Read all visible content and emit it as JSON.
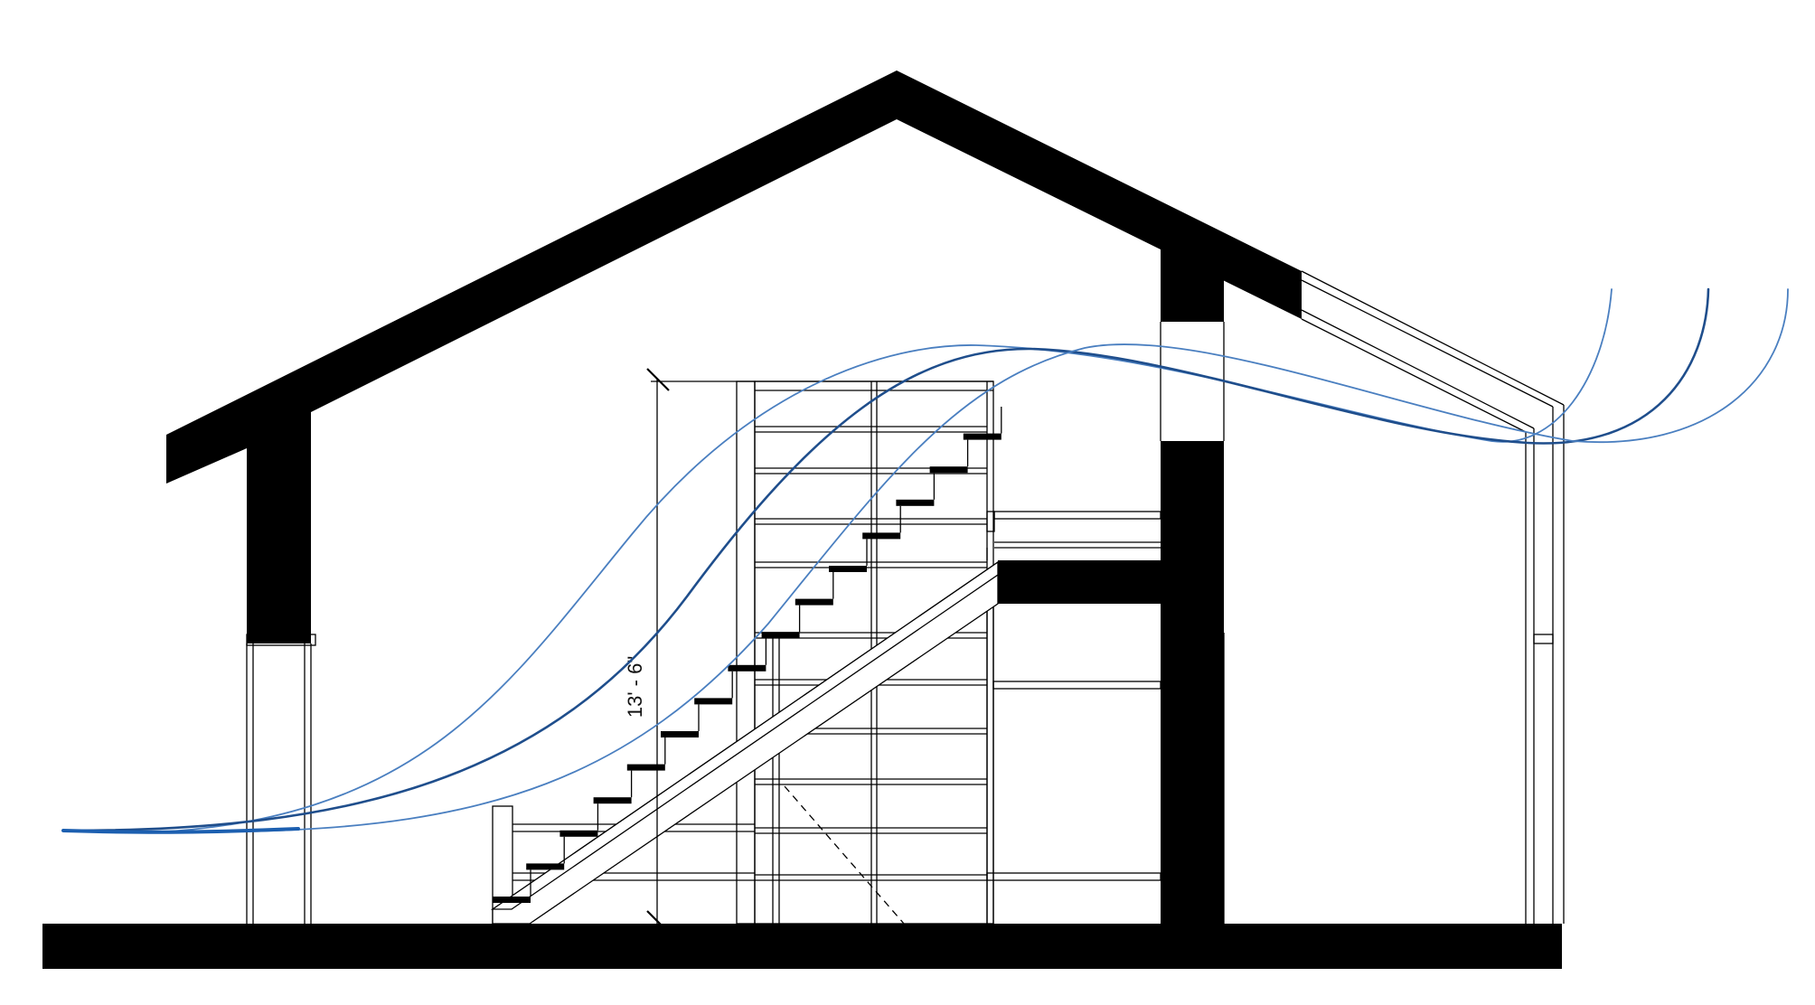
{
  "drawing": {
    "dimension": {
      "label": "13' - 6\""
    },
    "colors": {
      "structure": "#000000",
      "background": "#ffffff",
      "airflow_dark": "#1f4e8c",
      "airflow_light": "#4a7fc0",
      "airflow_tail": "#1c5fb0"
    },
    "airflow_lines": [
      {
        "name": "airflow-line-upper",
        "shade": "light"
      },
      {
        "name": "airflow-line-middle",
        "shade": "dark"
      },
      {
        "name": "airflow-line-lower",
        "shade": "light"
      }
    ]
  }
}
